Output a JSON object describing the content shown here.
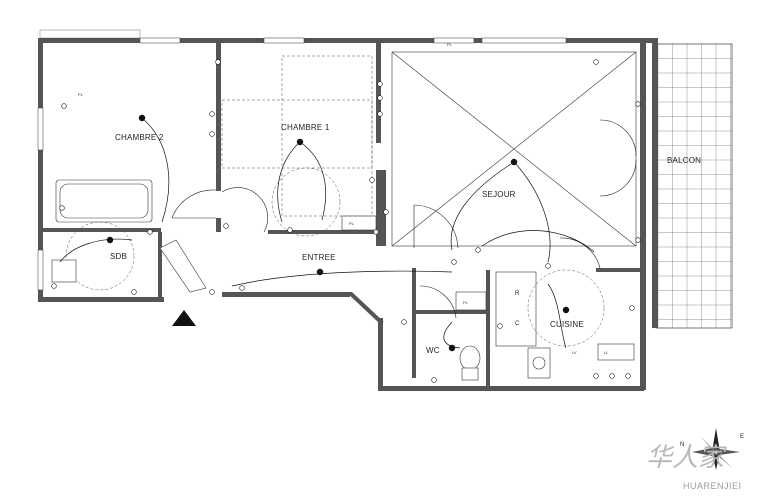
{
  "rooms": {
    "chambre2": "CHAMBRE 2",
    "chambre1": "CHAMBRE 1",
    "sejour": "SEJOUR",
    "balcon": "BALCON",
    "sdb": "SDB",
    "entree": "ENTREE",
    "wc": "WC",
    "cuisine": "CUISINE"
  },
  "markers": {
    "pl_1": "PL",
    "pl_2": "PL",
    "pl_3": "PL",
    "pl_4": "PL",
    "r": "R",
    "c": "C",
    "lv": "LV",
    "ll": "LL"
  },
  "watermark": {
    "mark": "华人家",
    "latin": "HUARENJIEI"
  },
  "compass": {
    "n": "N",
    "e": "E"
  },
  "colors": {
    "wall": "#555555",
    "line": "#333333",
    "watermark": "#9c9c9c"
  }
}
